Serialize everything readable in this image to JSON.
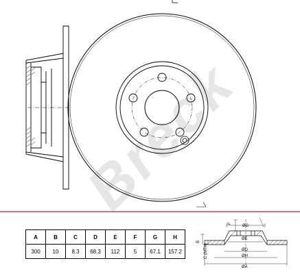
{
  "watermark": "Breck",
  "table": {
    "headers": [
      "A",
      "B",
      "C",
      "D",
      "E",
      "F",
      "G",
      "H"
    ],
    "values": [
      "300",
      "10",
      "8.3",
      "68.3",
      "112",
      "5",
      "67.1",
      "157.2"
    ]
  },
  "diagram": {
    "labels": {
      "g": "ØG",
      "f": "F",
      "e": "ØE",
      "d": "ØD",
      "h": "ØH",
      "a": "ØA",
      "b": "B",
      "c": "C (MTH)"
    }
  },
  "colors": {
    "divider": "#b22222",
    "watermark": "#e6e6e6",
    "lines": "#000000"
  }
}
